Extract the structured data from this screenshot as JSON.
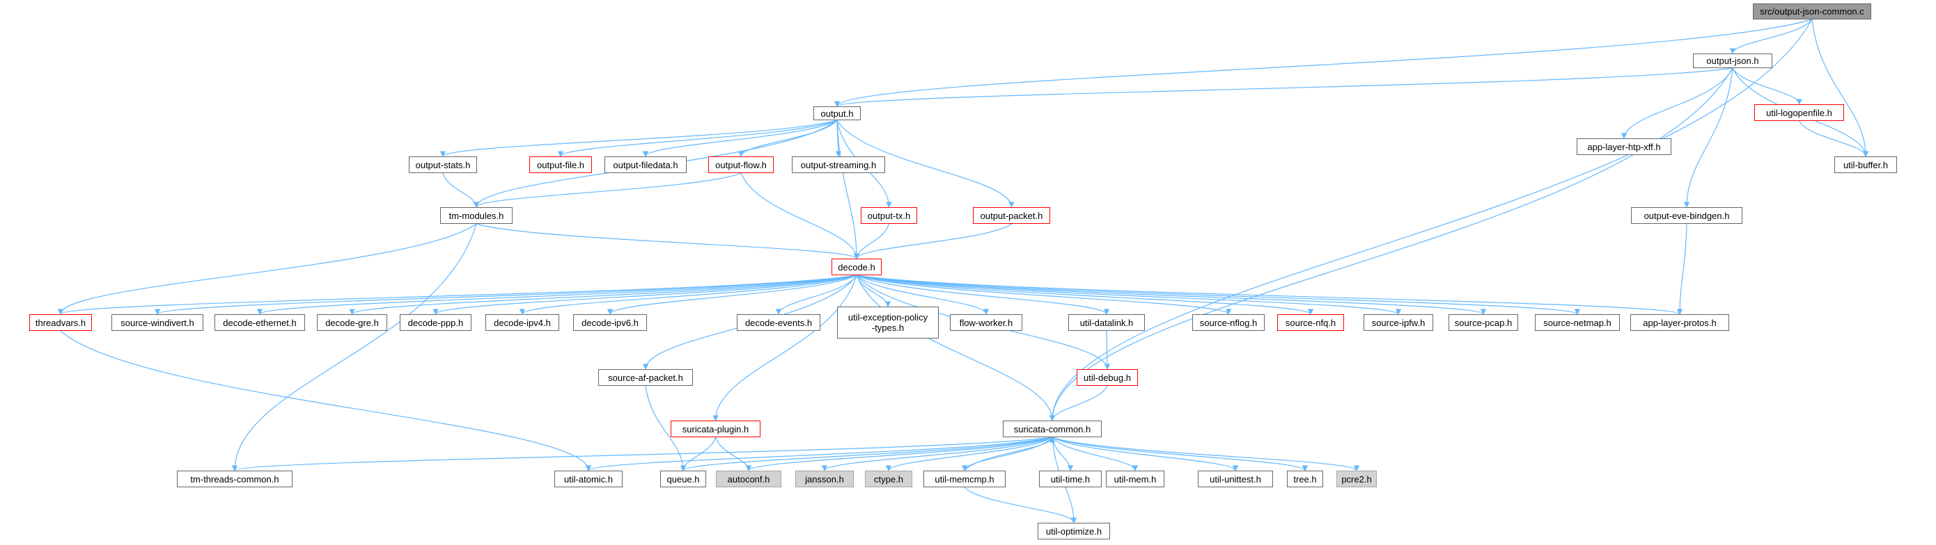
{
  "edge_color": "#63b8ff",
  "nodes": [
    {
      "id": "root",
      "label": "src/output-json-common.c",
      "style": "root"
    },
    {
      "id": "output-json",
      "label": "output-json.h",
      "style": "normal"
    },
    {
      "id": "output",
      "label": "output.h",
      "style": "normal"
    },
    {
      "id": "app-layer-htp-xff",
      "label": "app-layer-htp-xff.h",
      "style": "normal"
    },
    {
      "id": "util-logopenfile",
      "label": "util-logopenfile.h",
      "style": "red"
    },
    {
      "id": "util-buffer",
      "label": "util-buffer.h",
      "style": "normal"
    },
    {
      "id": "output-stats",
      "label": "output-stats.h",
      "style": "normal"
    },
    {
      "id": "output-file",
      "label": "output-file.h",
      "style": "red"
    },
    {
      "id": "output-filedata",
      "label": "output-filedata.h",
      "style": "normal"
    },
    {
      "id": "output-flow",
      "label": "output-flow.h",
      "style": "red"
    },
    {
      "id": "output-streaming",
      "label": "output-streaming.h",
      "style": "normal"
    },
    {
      "id": "tm-modules",
      "label": "tm-modules.h",
      "style": "normal"
    },
    {
      "id": "output-tx",
      "label": "output-tx.h",
      "style": "red"
    },
    {
      "id": "output-packet",
      "label": "output-packet.h",
      "style": "red"
    },
    {
      "id": "output-eve-bindgen",
      "label": "output-eve-bindgen.h",
      "style": "normal"
    },
    {
      "id": "decode",
      "label": "decode.h",
      "style": "red"
    },
    {
      "id": "threadvars",
      "label": "threadvars.h",
      "style": "red"
    },
    {
      "id": "source-windivert",
      "label": "source-windivert.h",
      "style": "normal"
    },
    {
      "id": "decode-ethernet",
      "label": "decode-ethernet.h",
      "style": "normal"
    },
    {
      "id": "decode-gre",
      "label": "decode-gre.h",
      "style": "normal"
    },
    {
      "id": "decode-ppp",
      "label": "decode-ppp.h",
      "style": "normal"
    },
    {
      "id": "decode-ipv4",
      "label": "decode-ipv4.h",
      "style": "normal"
    },
    {
      "id": "decode-ipv6",
      "label": "decode-ipv6.h",
      "style": "normal"
    },
    {
      "id": "decode-events",
      "label": "decode-events.h",
      "style": "normal"
    },
    {
      "id": "util-exception-policy-types",
      "label": "util-exception-policy\n-types.h",
      "style": "normal"
    },
    {
      "id": "flow-worker",
      "label": "flow-worker.h",
      "style": "normal"
    },
    {
      "id": "util-datalink",
      "label": "util-datalink.h",
      "style": "normal"
    },
    {
      "id": "source-nflog",
      "label": "source-nflog.h",
      "style": "normal"
    },
    {
      "id": "source-nfq",
      "label": "source-nfq.h",
      "style": "red"
    },
    {
      "id": "source-ipfw",
      "label": "source-ipfw.h",
      "style": "normal"
    },
    {
      "id": "source-pcap",
      "label": "source-pcap.h",
      "style": "normal"
    },
    {
      "id": "source-netmap",
      "label": "source-netmap.h",
      "style": "normal"
    },
    {
      "id": "app-layer-protos",
      "label": "app-layer-protos.h",
      "style": "normal"
    },
    {
      "id": "source-af-packet",
      "label": "source-af-packet.h",
      "style": "normal"
    },
    {
      "id": "util-debug",
      "label": "util-debug.h",
      "style": "red"
    },
    {
      "id": "suricata-plugin",
      "label": "suricata-plugin.h",
      "style": "red"
    },
    {
      "id": "suricata-common",
      "label": "suricata-common.h",
      "style": "normal"
    },
    {
      "id": "tm-threads-common",
      "label": "tm-threads-common.h",
      "style": "normal"
    },
    {
      "id": "util-atomic",
      "label": "util-atomic.h",
      "style": "normal"
    },
    {
      "id": "queue",
      "label": "queue.h",
      "style": "normal"
    },
    {
      "id": "autoconf",
      "label": "autoconf.h",
      "style": "gray"
    },
    {
      "id": "jansson",
      "label": "jansson.h",
      "style": "gray"
    },
    {
      "id": "ctype",
      "label": "ctype.h",
      "style": "gray"
    },
    {
      "id": "util-memcmp",
      "label": "util-memcmp.h",
      "style": "normal"
    },
    {
      "id": "util-time",
      "label": "util-time.h",
      "style": "normal"
    },
    {
      "id": "util-mem",
      "label": "util-mem.h",
      "style": "normal"
    },
    {
      "id": "util-unittest",
      "label": "util-unittest.h",
      "style": "normal"
    },
    {
      "id": "tree",
      "label": "tree.h",
      "style": "normal"
    },
    {
      "id": "pcre2",
      "label": "pcre2.h",
      "style": "gray"
    },
    {
      "id": "util-optimize",
      "label": "util-optimize.h",
      "style": "normal"
    }
  ],
  "edges": [
    [
      "root",
      "output-json"
    ],
    [
      "root",
      "output"
    ],
    [
      "root",
      "util-buffer"
    ],
    [
      "root",
      "suricata-common"
    ],
    [
      "output-json",
      "output"
    ],
    [
      "output-json",
      "app-layer-htp-xff"
    ],
    [
      "output-json",
      "util-logopenfile"
    ],
    [
      "output-json",
      "util-buffer"
    ],
    [
      "output-json",
      "output-eve-bindgen"
    ],
    [
      "output-json",
      "suricata-common"
    ],
    [
      "util-logopenfile",
      "util-buffer"
    ],
    [
      "output",
      "output-stats"
    ],
    [
      "output",
      "output-file"
    ],
    [
      "output",
      "output-filedata"
    ],
    [
      "output",
      "output-flow"
    ],
    [
      "output",
      "output-streaming"
    ],
    [
      "output",
      "output-tx"
    ],
    [
      "output",
      "output-packet"
    ],
    [
      "output",
      "tm-modules"
    ],
    [
      "output",
      "decode"
    ],
    [
      "output-stats",
      "tm-modules"
    ],
    [
      "output-flow",
      "tm-modules"
    ],
    [
      "output-flow",
      "decode"
    ],
    [
      "output-tx",
      "decode"
    ],
    [
      "output-packet",
      "decode"
    ],
    [
      "output-eve-bindgen",
      "app-layer-protos"
    ],
    [
      "tm-modules",
      "decode"
    ],
    [
      "tm-modules",
      "threadvars"
    ],
    [
      "tm-modules",
      "tm-threads-common"
    ],
    [
      "decode",
      "threadvars"
    ],
    [
      "decode",
      "source-windivert"
    ],
    [
      "decode",
      "decode-ethernet"
    ],
    [
      "decode",
      "decode-gre"
    ],
    [
      "decode",
      "decode-ppp"
    ],
    [
      "decode",
      "decode-ipv4"
    ],
    [
      "decode",
      "decode-ipv6"
    ],
    [
      "decode",
      "decode-events"
    ],
    [
      "decode",
      "util-exception-policy-types"
    ],
    [
      "decode",
      "flow-worker"
    ],
    [
      "decode",
      "util-datalink"
    ],
    [
      "decode",
      "source-nflog"
    ],
    [
      "decode",
      "source-nfq"
    ],
    [
      "decode",
      "source-ipfw"
    ],
    [
      "decode",
      "source-pcap"
    ],
    [
      "decode",
      "source-netmap"
    ],
    [
      "decode",
      "app-layer-protos"
    ],
    [
      "decode",
      "source-af-packet"
    ],
    [
      "decode",
      "util-debug"
    ],
    [
      "decode",
      "suricata-plugin"
    ],
    [
      "decode",
      "suricata-common"
    ],
    [
      "threadvars",
      "util-atomic"
    ],
    [
      "util-datalink",
      "util-debug"
    ],
    [
      "util-debug",
      "suricata-common"
    ],
    [
      "source-af-packet",
      "queue"
    ],
    [
      "suricata-plugin",
      "queue"
    ],
    [
      "suricata-plugin",
      "autoconf"
    ],
    [
      "suricata-common",
      "tm-threads-common"
    ],
    [
      "suricata-common",
      "util-atomic"
    ],
    [
      "suricata-common",
      "queue"
    ],
    [
      "suricata-common",
      "autoconf"
    ],
    [
      "suricata-common",
      "jansson"
    ],
    [
      "suricata-common",
      "ctype"
    ],
    [
      "suricata-common",
      "util-memcmp"
    ],
    [
      "suricata-common",
      "util-time"
    ],
    [
      "suricata-common",
      "util-mem"
    ],
    [
      "suricata-common",
      "util-unittest"
    ],
    [
      "suricata-common",
      "tree"
    ],
    [
      "suricata-common",
      "pcre2"
    ],
    [
      "suricata-common",
      "util-optimize"
    ],
    [
      "util-memcmp",
      "suricata-common"
    ],
    [
      "util-memcmp",
      "util-optimize"
    ]
  ]
}
